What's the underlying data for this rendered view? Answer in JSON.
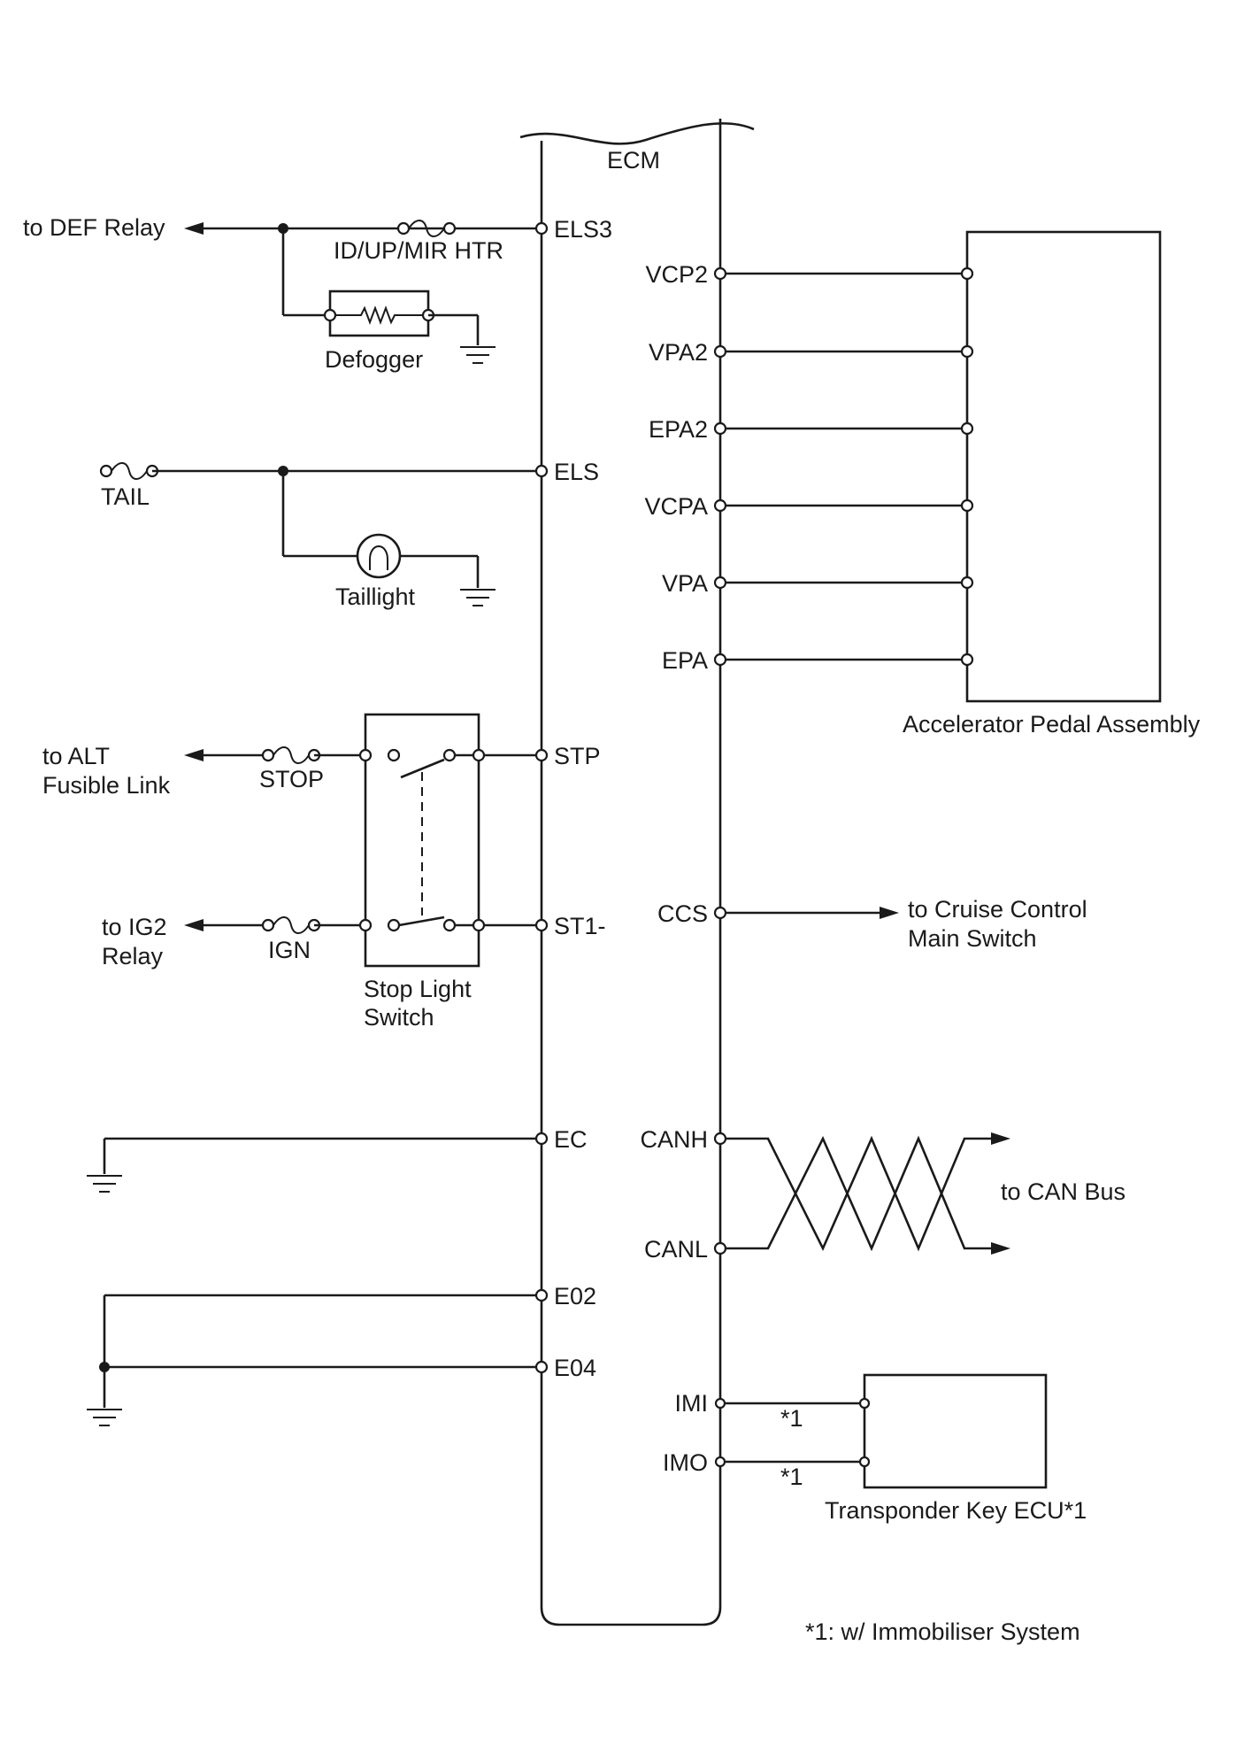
{
  "ecm": {
    "label": "ECM",
    "left_terminals": {
      "els3": "ELS3",
      "els": "ELS",
      "stp": "STP",
      "st1": "ST1-",
      "ec": "EC",
      "e02": "E02",
      "e04": "E04"
    },
    "right_terminals": {
      "vcp2": "VCP2",
      "vpa2": "VPA2",
      "epa2": "EPA2",
      "vcpa": "VCPA",
      "vpa": "VPA",
      "epa": "EPA",
      "ccs": "CCS",
      "canh": "CANH",
      "canl": "CANL",
      "imi": "IMI",
      "imo": "IMO"
    }
  },
  "left_circuit": {
    "def_relay": "to DEF Relay",
    "htr_fuse": "ID/UP/MIR HTR",
    "defogger": "Defogger",
    "tail_fuse": "TAIL",
    "taillight": "Taillight",
    "alt_line1": "to ALT",
    "alt_line2": "Fusible Link",
    "stop_fuse": "STOP",
    "ig2_line1": "to IG2",
    "ig2_line2": "Relay",
    "ign_fuse": "IGN",
    "stop_switch_line1": "Stop Light",
    "stop_switch_line2": "Switch"
  },
  "right_circuit": {
    "pedal_assembly": "Accelerator Pedal Assembly",
    "cruise_line1": "to Cruise Control",
    "cruise_line2": "Main Switch",
    "can_bus": "to CAN Bus",
    "imi_note": "*1",
    "imo_note": "*1",
    "transponder": "Transponder Key ECU*1"
  },
  "footnote": "*1: w/ Immobiliser System"
}
